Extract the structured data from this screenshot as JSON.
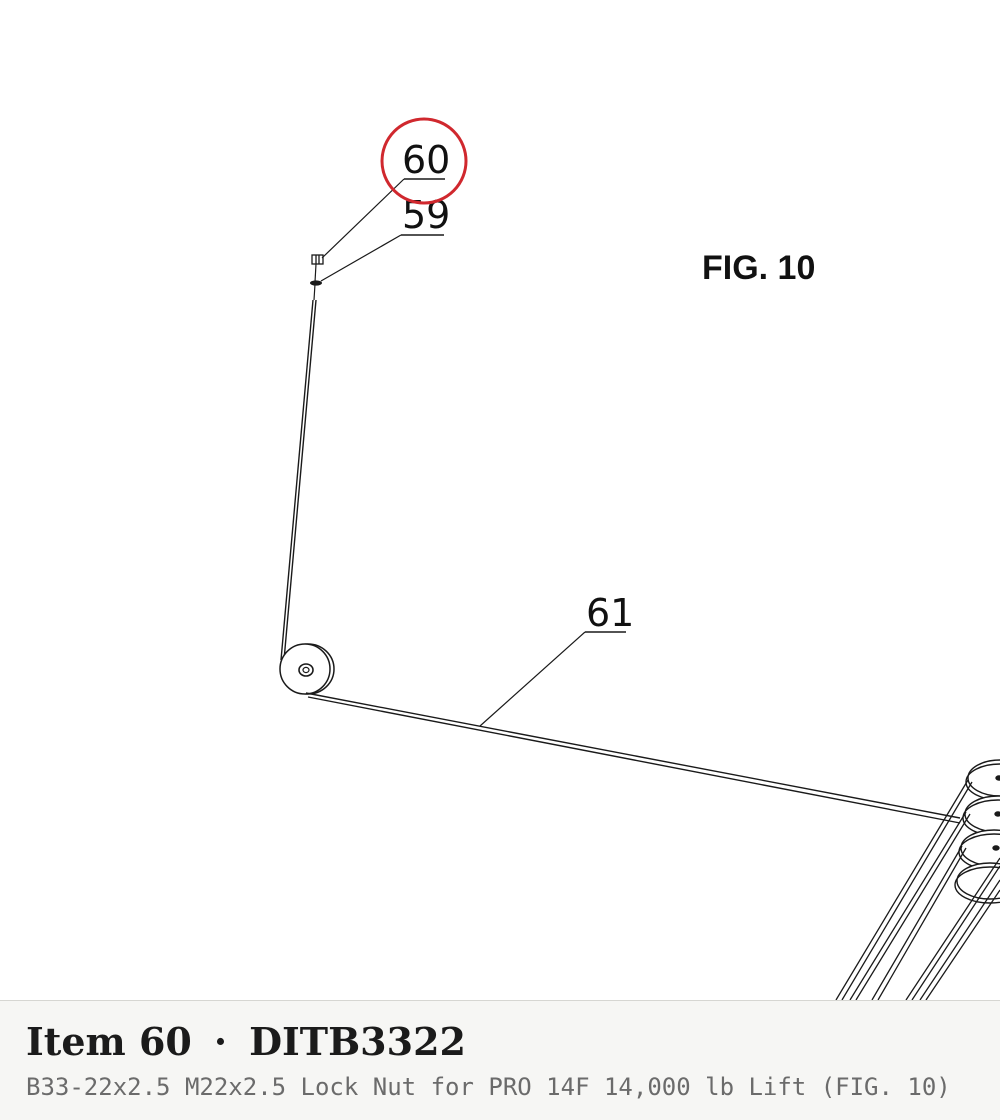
{
  "diagram": {
    "figure_label": "FIG. 10",
    "callouts": [
      {
        "id": "callout-60",
        "label": "60",
        "highlighted": true
      },
      {
        "id": "callout-59",
        "label": "59",
        "highlighted": false
      },
      {
        "id": "callout-61",
        "label": "61",
        "highlighted": false
      }
    ],
    "highlight_color": "#d0282e",
    "line_color": "#1a1a1a"
  },
  "caption": {
    "item_label": "Item 60",
    "separator": "·",
    "part_number": "DITB3322",
    "description": "B33-22x2.5 M22x2.5 Lock Nut for PRO 14F 14,000 lb Lift (FIG. 10)"
  }
}
